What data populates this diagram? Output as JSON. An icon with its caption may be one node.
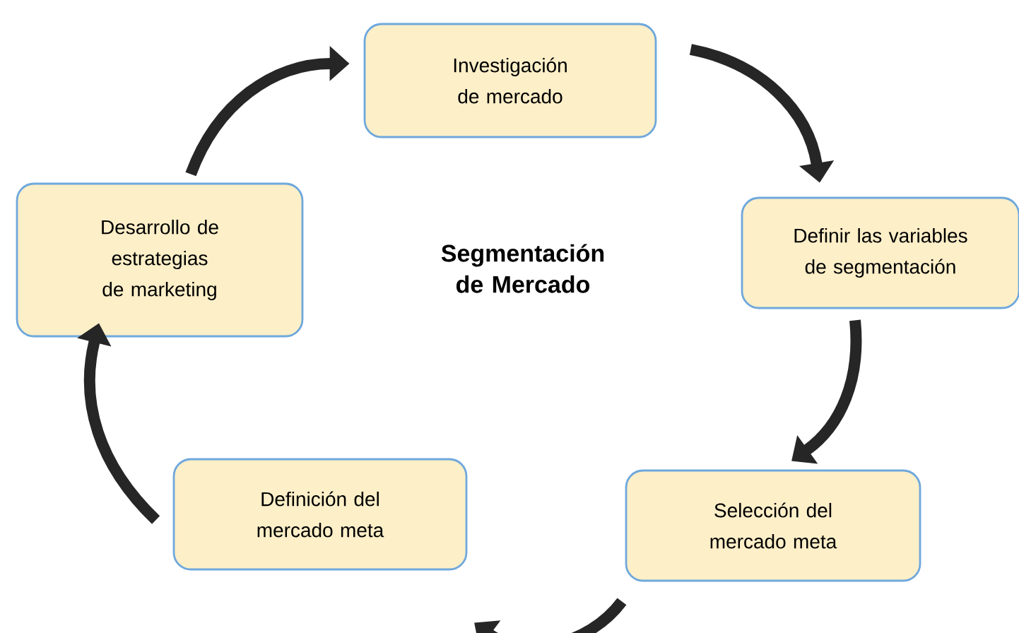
{
  "diagram": {
    "title": "Segmentación de Mercado",
    "nodes": [
      {
        "text": [
          "Investigación de mercado"
        ]
      },
      {
        "text": [
          "Definir las variables de segmentación"
        ]
      },
      {
        "text": [
          "Selección del mercado meta"
        ]
      },
      {
        "text": [
          "Definición del mercado meta"
        ]
      },
      {
        "text": [
          "Desarrollo de estrategias de marketing"
        ]
      }
    ],
    "edges": [
      {
        "from": 0,
        "to": 1,
        "arrow": "to"
      },
      {
        "from": 1,
        "to": 2,
        "arrow": "to"
      },
      {
        "from": 2,
        "to": 3,
        "arrow": "to"
      },
      {
        "from": 3,
        "to": 4,
        "arrow": "to"
      },
      {
        "from": 4,
        "to": 0,
        "arrow": "to"
      }
    ]
  }
}
